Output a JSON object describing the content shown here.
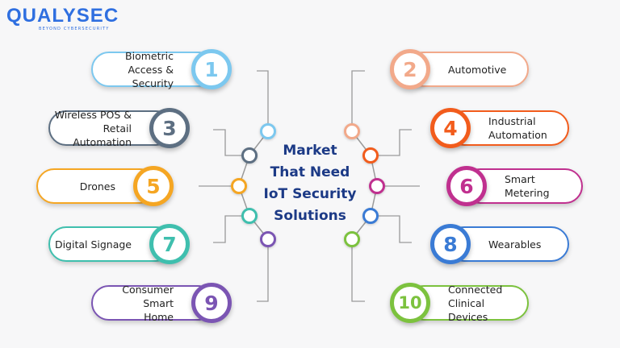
{
  "logo": {
    "word": "QUALYSEC",
    "tagline": "BEYOND CYBERSECURITY"
  },
  "center": {
    "lines": [
      "Market",
      "That Need",
      "IoT Security",
      "Solutions"
    ]
  },
  "items": [
    {
      "number": "1",
      "label": [
        "Biometric",
        "Access & Security"
      ],
      "color": "#7cc8ef"
    },
    {
      "number": "2",
      "label": [
        "Automotive"
      ],
      "color": "#f2a98a"
    },
    {
      "number": "3",
      "label": [
        "Wireless POS &",
        "Retail Automation"
      ],
      "color": "#5d6f82"
    },
    {
      "number": "4",
      "label": [
        "Industrial",
        "Automation"
      ],
      "color": "#f25c1c"
    },
    {
      "number": "5",
      "label": [
        "Drones"
      ],
      "color": "#f5a623"
    },
    {
      "number": "6",
      "label": [
        "Smart Metering"
      ],
      "color": "#c0308f"
    },
    {
      "number": "7",
      "label": [
        "Digital Signage"
      ],
      "color": "#3fbfae"
    },
    {
      "number": "8",
      "label": [
        "Wearables"
      ],
      "color": "#3a7bd5"
    },
    {
      "number": "9",
      "label": [
        "Consumer Smart",
        "Home"
      ],
      "color": "#7b55b3"
    },
    {
      "number": "10",
      "label": [
        "Connected",
        "Clinical Devices"
      ],
      "color": "#7cc23e"
    }
  ]
}
